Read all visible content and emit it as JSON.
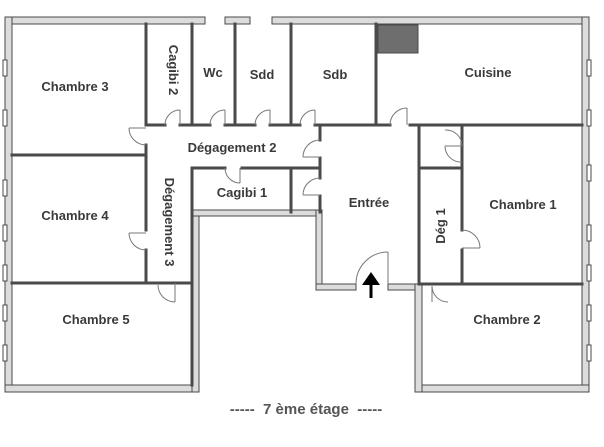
{
  "plan": {
    "rooms": {
      "chambre3": "Chambre 3",
      "cagibi2": "Cagibi 2",
      "wc": "Wc",
      "sdd": "Sdd",
      "sdb": "Sdb",
      "cuisine": "Cuisine",
      "degagement2": "Dégagement 2",
      "chambre4": "Chambre 4",
      "cagibi1": "Cagibi 1",
      "entree": "Entrée",
      "deg1": "Dég 1",
      "chambre1": "Chambre 1",
      "degagement3": "Dégagement 3",
      "chambre5": "Chambre 5",
      "chambre2": "Chambre 2"
    },
    "caption": "-----  7 ème étage  -----",
    "colors": {
      "wall": "#4a4a4a",
      "wall_fill": "#dcdcdc",
      "chimney": "#6e6e6e",
      "arrow": "#000000"
    }
  }
}
